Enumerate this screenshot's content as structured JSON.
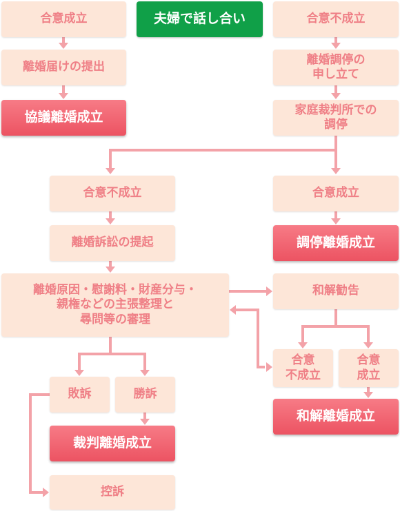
{
  "colors": {
    "box_fill": "#fde6d8",
    "box_text": "#ef7f86",
    "result_fill": "#f06a76",
    "start_fill": "#10a048",
    "connector": "#f3a2a8"
  },
  "nodes": {
    "start": "夫婦で話し合い",
    "agree_top": "合意成立",
    "divorce_notice": "離婚届けの提出",
    "kyogi_divorce": "協議離婚成立",
    "disagree_top": "合意不成立",
    "mediation_petition": "離婚調停の\n申し立て",
    "family_court_mediation": "家庭裁判所での\n調停",
    "disagree_mid": "合意不成立",
    "agree_mid": "合意成立",
    "chotei_divorce": "調停離婚成立",
    "lawsuit_filing": "離婚訴訟の提起",
    "trial_review": "離婚原因・慰謝料・財産分与・\n親権などの主張整理と\n尋問等の審理",
    "settlement_advice": "和解勧告",
    "settlement_disagree": "合意\n不成立",
    "settlement_agree": "合意\n成立",
    "wakai_divorce": "和解離婚成立",
    "lose": "敗訴",
    "win": "勝訴",
    "saiban_divorce": "裁判離婚成立",
    "appeal": "控訴"
  }
}
